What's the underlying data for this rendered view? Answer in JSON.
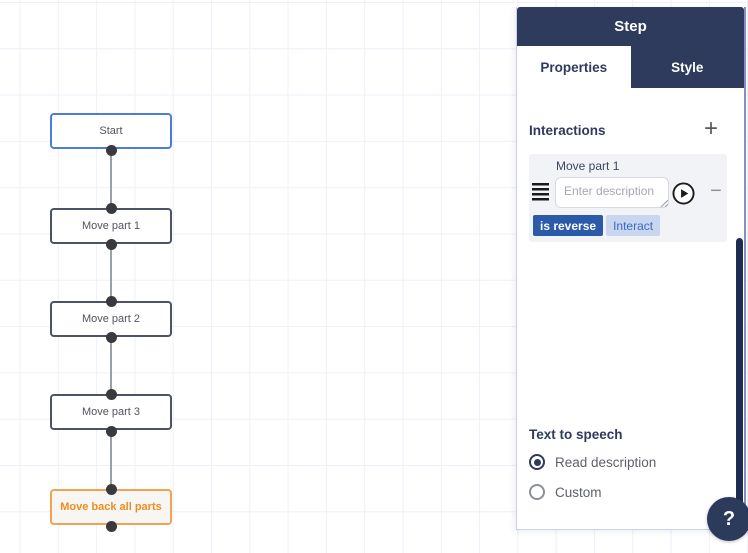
{
  "canvas": {
    "flowchart": {
      "nodes": [
        {
          "label": "Start",
          "type": "start"
        },
        {
          "label": "Move part 1",
          "type": "step"
        },
        {
          "label": "Move part 2",
          "type": "step"
        },
        {
          "label": "Move part 3",
          "type": "step"
        },
        {
          "label": "Move back all parts",
          "type": "reverse"
        }
      ]
    }
  },
  "panel": {
    "title": "Step",
    "tabs": [
      {
        "label": "Properties",
        "active": true
      },
      {
        "label": "Style",
        "active": false
      }
    ],
    "interactions": {
      "heading": "Interactions",
      "add_icon": "+",
      "item": {
        "name": "Move part 1",
        "description_placeholder": "Enter description",
        "description_value": "",
        "remove_icon": "−",
        "badges": [
          {
            "label": "is reverse",
            "variant": "solid"
          },
          {
            "label": "Interact",
            "variant": "soft"
          }
        ]
      }
    },
    "text_to_speech": {
      "heading": "Text to speech",
      "options": [
        {
          "label": "Read description",
          "selected": true
        },
        {
          "label": "Custom",
          "selected": false
        }
      ]
    }
  },
  "help": {
    "icon": "?"
  },
  "colors": {
    "navy": "#2f3b5c",
    "badge_solid": "#2a5aa8",
    "badge_soft_bg": "#c9d6ef",
    "badge_soft_text": "#3c6ac2",
    "start_border": "#4c7ce0",
    "step_border": "#4b5364",
    "reverse_border": "#f0a352",
    "reverse_text": "#ef8d1f",
    "scrollbar": "#1e2c52"
  }
}
